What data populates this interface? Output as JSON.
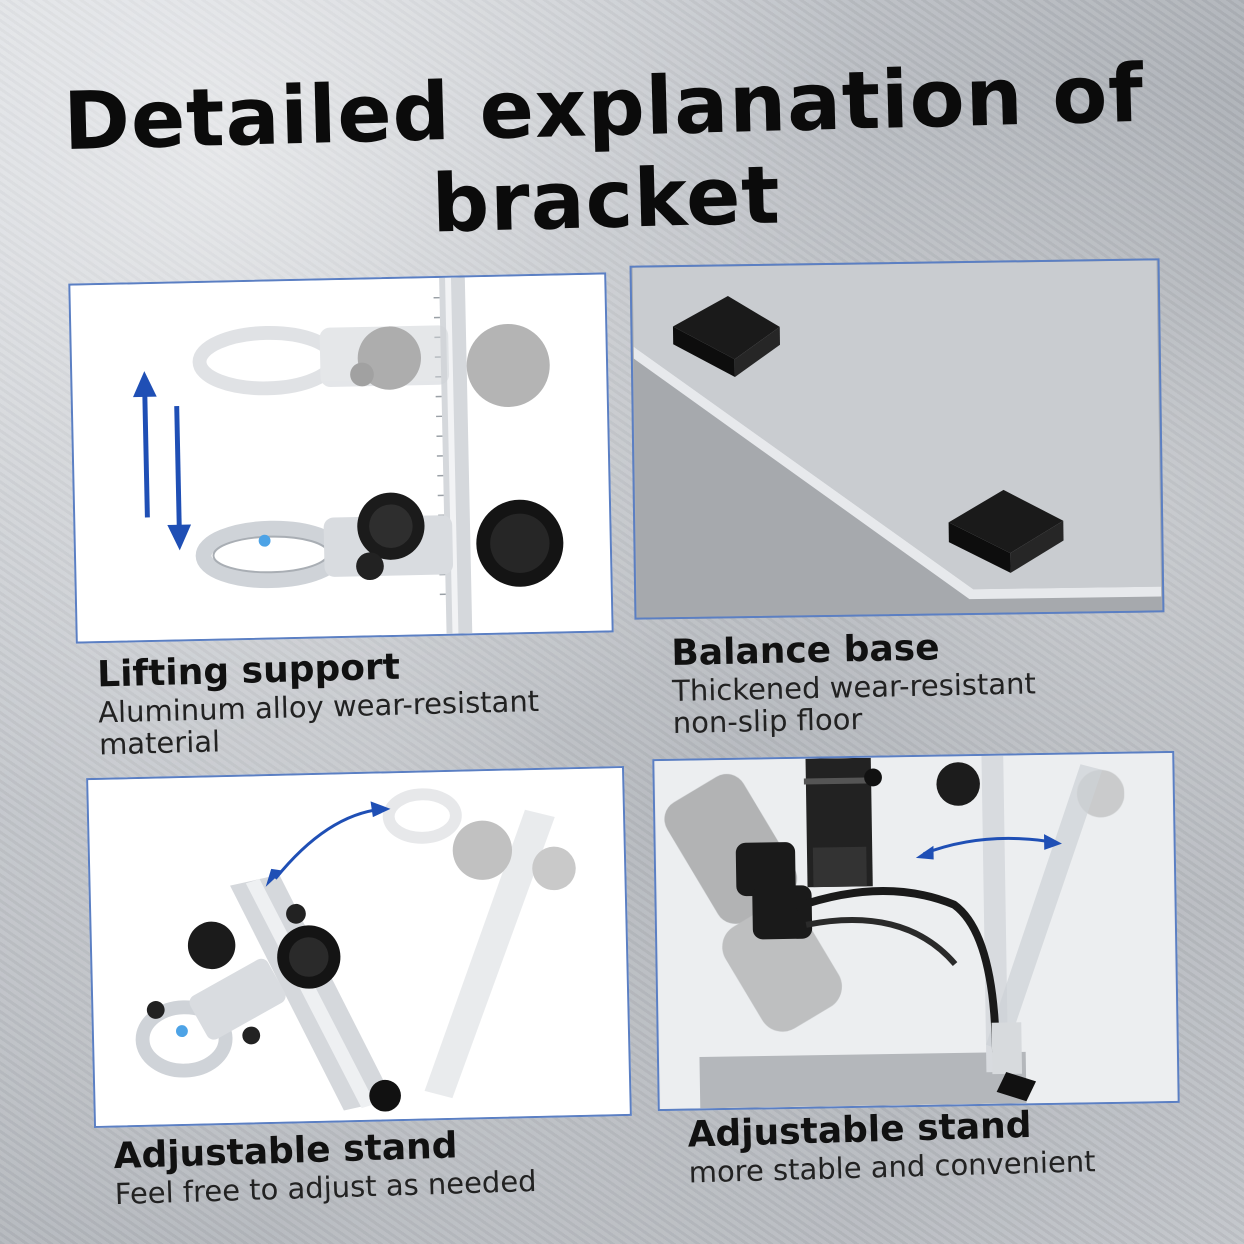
{
  "title": "Detailed explanation of bracket",
  "panels": [
    {
      "heading": "Lifting support",
      "text": "Aluminum alloy wear-resistant\nmaterial"
    },
    {
      "heading": "Balance base",
      "text": "Thickened wear-resistant\nnon-slip floor"
    },
    {
      "heading": "Adjustable stand",
      "text": "Feel free to adjust as needed"
    },
    {
      "heading": "Adjustable stand",
      "text": "more stable and convenient"
    }
  ],
  "colors": {
    "accent_blue": "#1f4fb5",
    "panel_border": "#5b7fc3"
  }
}
